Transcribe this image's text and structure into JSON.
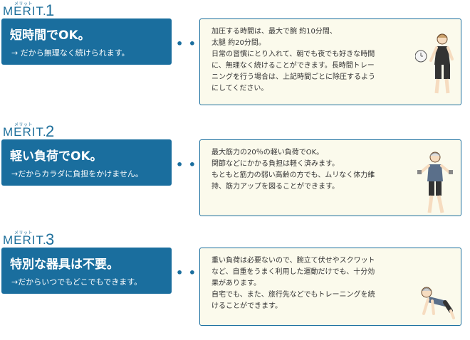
{
  "merits": [
    {
      "ruby": "メリット",
      "word": "MERIT.",
      "number": "1",
      "title": "短時間でOK。",
      "subtitle": "→ だから無理なく続けられます。",
      "dots": "• • •",
      "detail": "加圧する時間は、最大で腕 約10分間、\n太腿 約20分間。\n日常の習慣にとり入れて、朝でも夜でも好きな時間\nに、無理なく続けることができます。長時間トレー\nニングを行う場合は、上記時間ごとに除圧するよう\nにしてください。",
      "illustration": "woman-with-clock-illustration"
    },
    {
      "ruby": "メリット",
      "word": "MERIT.",
      "number": "2",
      "title": "軽い負荷でOK。",
      "subtitle": "→だからカラダに負担をかけません。",
      "dots": "• • •",
      "detail": "最大筋力の20％の軽い負荷でOK。\n関節などにかかる負担は軽く済みます。\nもともと筋力の弱い高齢の方でも、ムリなく体力維\n持、筋力アップを図ることができます。",
      "illustration": "elderly-man-exercising-illustration"
    },
    {
      "ruby": "メリット",
      "word": "MERIT.",
      "number": "3",
      "title": "特別な器具は不要。",
      "subtitle": "→だからいつでもどこでもできます。",
      "dots": "• • •",
      "detail": "重い負荷は必要ないので、腕立て伏せやスクワット\nなど、自重をうまく利用した運動だけでも、十分効\n果があります。\n自宅でも、また、旅行先などでもトレーニングを続\nけることができます。",
      "illustration": "man-doing-pushup-illustration"
    }
  ],
  "colors": {
    "accent": "#1a6e9e",
    "panel_bg": "#fbfaec"
  }
}
